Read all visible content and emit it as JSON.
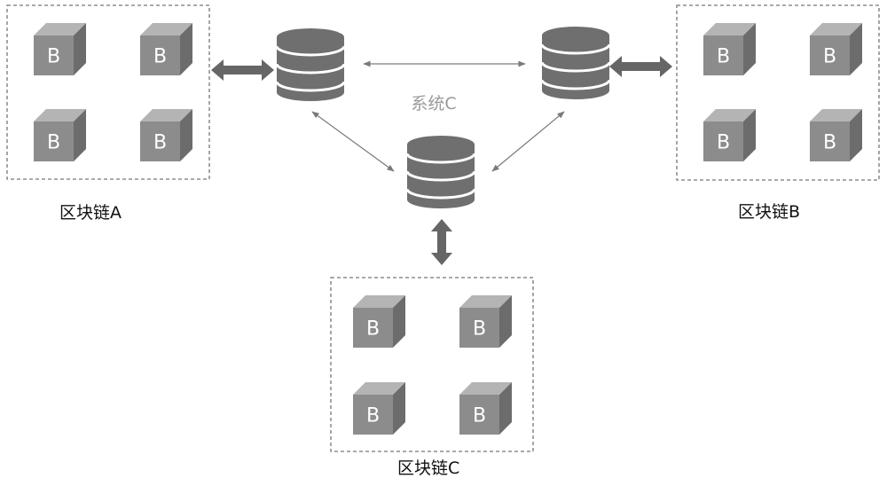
{
  "diagram": {
    "center_label": "系统C",
    "block_letter": "B",
    "chains": [
      {
        "id": "a",
        "label": "区块链A"
      },
      {
        "id": "b",
        "label": "区块链B"
      },
      {
        "id": "c",
        "label": "区块链C"
      }
    ],
    "colors": {
      "cube_front": "#8c8c8c",
      "cube_top": "#b4b4b4",
      "cube_side": "#6c6c6c",
      "database": "#6f6f6f",
      "database_band": "#ffffff",
      "thin_arrow": "#7a7a7a",
      "thick_arrow": "#666666",
      "dashed_border": "#777777"
    }
  }
}
